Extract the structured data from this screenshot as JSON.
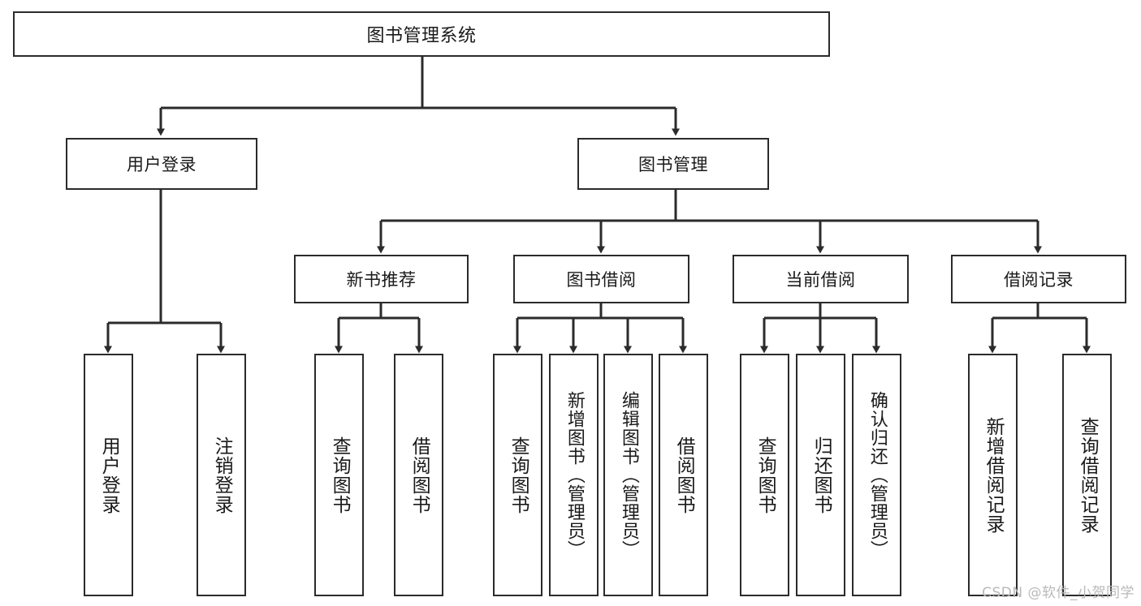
{
  "diagram": {
    "type": "tree-hierarchy-flowchart",
    "title": "图书管理系统",
    "orientation": "top-down",
    "line_color": "#2b2b2b",
    "box_fill": "#ffffff",
    "text_color": "#1a1a1a",
    "levels": [
      {
        "level": 1,
        "nodes": [
          {
            "id": "root",
            "label": "图书管理系统",
            "orientation": "horizontal"
          }
        ]
      },
      {
        "level": 2,
        "nodes": [
          {
            "id": "login",
            "label": "用户登录",
            "orientation": "horizontal",
            "parent": "root"
          },
          {
            "id": "bookmgmt",
            "label": "图书管理",
            "orientation": "horizontal",
            "parent": "root"
          }
        ]
      },
      {
        "level": 3,
        "nodes": [
          {
            "id": "newbook",
            "label": "新书推荐",
            "orientation": "horizontal",
            "parent": "bookmgmt"
          },
          {
            "id": "borrow",
            "label": "图书借阅",
            "orientation": "horizontal",
            "parent": "bookmgmt"
          },
          {
            "id": "current",
            "label": "当前借阅",
            "orientation": "horizontal",
            "parent": "bookmgmt"
          },
          {
            "id": "records",
            "label": "借阅记录",
            "orientation": "horizontal",
            "parent": "bookmgmt"
          }
        ]
      },
      {
        "level": 4,
        "nodes": [
          {
            "id": "leaf1",
            "label": "用户登录",
            "orientation": "vertical",
            "parent": "login"
          },
          {
            "id": "leaf2",
            "label": "注销登录",
            "orientation": "vertical",
            "parent": "login"
          },
          {
            "id": "leaf3",
            "label": "查询图书",
            "orientation": "vertical",
            "parent": "newbook"
          },
          {
            "id": "leaf4",
            "label": "借阅图书",
            "orientation": "vertical",
            "parent": "newbook"
          },
          {
            "id": "leaf5",
            "label": "查询图书",
            "orientation": "vertical",
            "parent": "borrow"
          },
          {
            "id": "leaf6",
            "label": "新增图书（管理员）",
            "orientation": "vertical",
            "parent": "borrow"
          },
          {
            "id": "leaf7",
            "label": "编辑图书（管理员）",
            "orientation": "vertical",
            "parent": "borrow"
          },
          {
            "id": "leaf8",
            "label": "借阅图书",
            "orientation": "vertical",
            "parent": "borrow"
          },
          {
            "id": "leaf9",
            "label": "查询图书",
            "orientation": "vertical",
            "parent": "current"
          },
          {
            "id": "leaf10",
            "label": "归还图书",
            "orientation": "vertical",
            "parent": "current"
          },
          {
            "id": "leaf11",
            "label": "确认归还（管理员）",
            "orientation": "vertical",
            "parent": "current"
          },
          {
            "id": "leaf12",
            "label": "新增借阅记录",
            "orientation": "vertical",
            "parent": "records"
          },
          {
            "id": "leaf13",
            "label": "查询借阅记录",
            "orientation": "vertical",
            "parent": "records"
          }
        ]
      }
    ]
  },
  "watermark": {
    "text": "CSDN @软件_小贺同学"
  }
}
